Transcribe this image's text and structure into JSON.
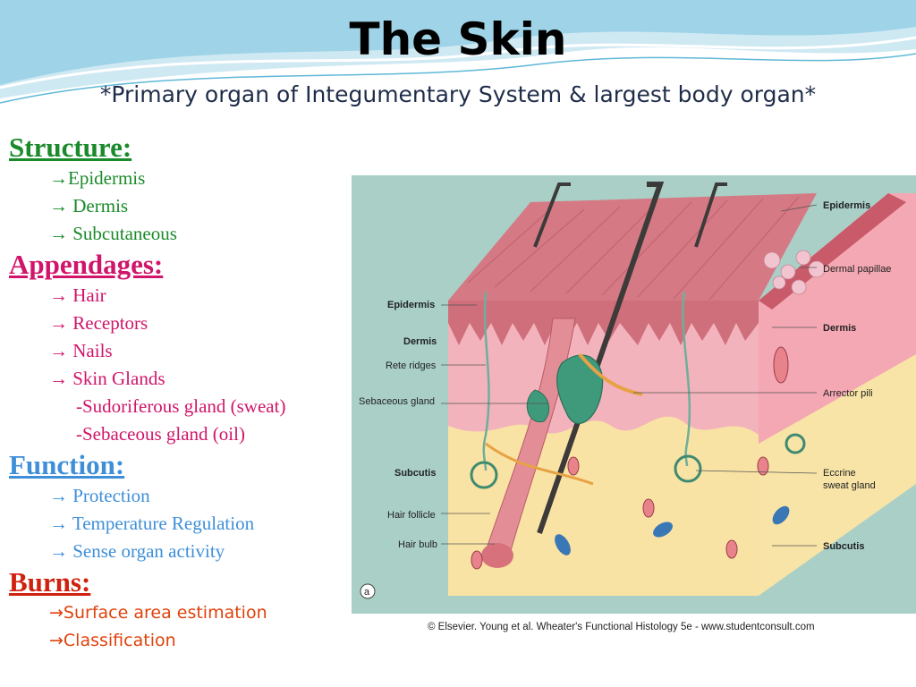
{
  "slide": {
    "title": "The Skin",
    "subtitle": "*Primary organ of Integumentary System & largest body organ*"
  },
  "sections": {
    "structure": {
      "heading": "Structure:",
      "items": [
        "→Epidermis",
        "→ Dermis",
        "→ Subcutaneous"
      ]
    },
    "appendages": {
      "heading": "Appendages:",
      "items": [
        "→ Hair",
        "→ Receptors",
        "→ Nails",
        "→ Skin Glands"
      ],
      "subitems": [
        "-Sudoriferous gland (sweat)",
        "-Sebaceous gland (oil)"
      ]
    },
    "function": {
      "heading": "Function:",
      "items": [
        "→ Protection",
        "→ Temperature Regulation",
        "→ Sense organ activity"
      ]
    },
    "burns": {
      "heading": "Burns:",
      "items": [
        "→Surface area estimation",
        "→Classification"
      ]
    }
  },
  "diagram": {
    "labels_left": [
      "Epidermis",
      "Dermis",
      "Rete ridges",
      "Sebaceous gland",
      "Subcutis",
      "Hair follicle",
      "Hair bulb"
    ],
    "labels_right": [
      "Epidermis",
      "Dermal papillae",
      "Dermis",
      "Arrector pili",
      "Eccrine",
      "sweat gland",
      "Subcutis"
    ],
    "panel_letter": "a",
    "credit": "© Elsevier. Young et al. Wheater's Functional Histology 5e - www.studentconsult.com"
  },
  "colors": {
    "structure": "#1a8a2a",
    "appendages": "#d0156a",
    "function": "#3f8fd8",
    "burns": "#d0210f",
    "diagram_background": "#a9cfc7"
  }
}
